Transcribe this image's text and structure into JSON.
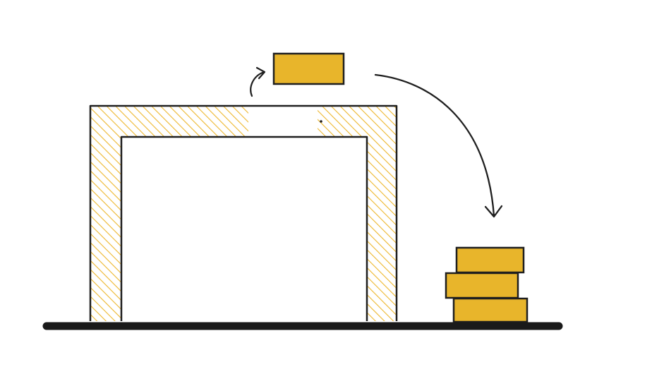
{
  "colors": {
    "stroke": "#1f1f1f",
    "brick_fill": "#e8b52b",
    "hatch": "#edb72e",
    "ground": "#1a1a1a",
    "background": "#ffffff"
  },
  "scene": {
    "arch_bricks_in_place": 2,
    "removed_brick_count": 1,
    "stacked_bricks": 3,
    "arrows": [
      "lift-arrow",
      "move-arrow"
    ]
  }
}
